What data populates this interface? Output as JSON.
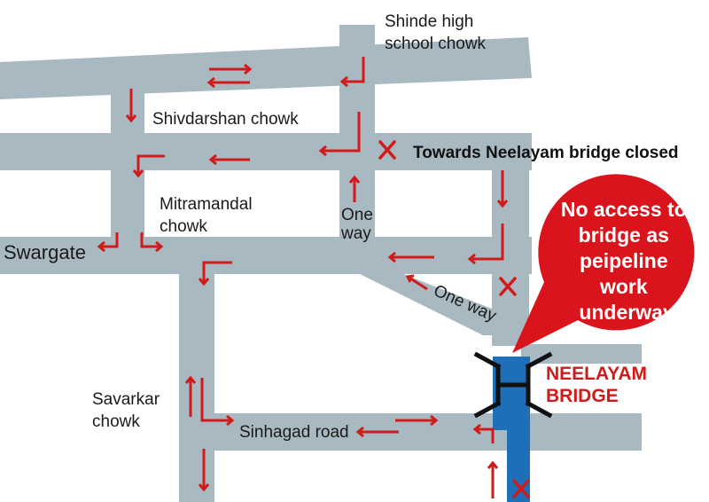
{
  "colors": {
    "road": "#a9b9c1",
    "arrow": "#d11a1a",
    "bridge": "#1e6fb8",
    "bridge_symbol": "#111111",
    "callout": "#d9141d",
    "callout_text": "#ffffff",
    "bridge_label": "#d11a1a",
    "text": "#1a1a1a"
  },
  "labels": {
    "shinde_chowk": [
      "Shinde high",
      "school chowk"
    ],
    "shivdarshan_chowk": "Shivdarshan chowk",
    "neelayam_closed": "Towards Neelayam bridge closed",
    "mitramandal_chowk": [
      "Mitramandal",
      "chowk"
    ],
    "swargate": "Swargate",
    "one_way_vertical": [
      "One",
      "way"
    ],
    "one_way_diagonal": "One way",
    "savarkar_chowk": [
      "Savarkar",
      "chowk"
    ],
    "sinhagad_road": "Sinhagad road",
    "bridge_name": [
      "NEELAYAM",
      "BRIDGE"
    ]
  },
  "callout": {
    "lines": [
      "No access to",
      "bridge as",
      "peipeline",
      "work",
      "underway"
    ]
  },
  "icons": {
    "closure": "x-mark-icon",
    "direction": "arrow-icon",
    "bridge": "bridge-icon"
  }
}
